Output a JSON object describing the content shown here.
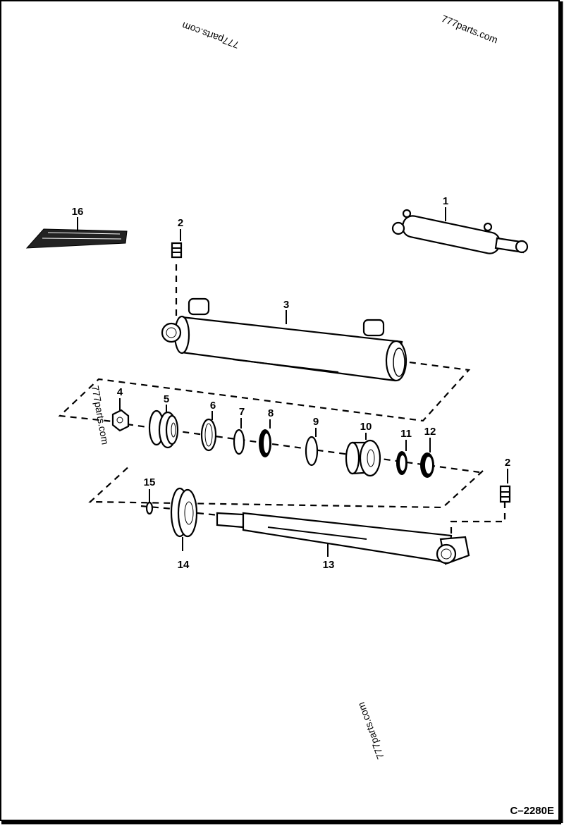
{
  "diagram": {
    "drawing_code": "C–2280E",
    "watermark": "777parts.com",
    "callouts": [
      "1",
      "2",
      "3",
      "4",
      "5",
      "6",
      "7",
      "8",
      "9",
      "10",
      "11",
      "12",
      "13",
      "14",
      "15",
      "16",
      "2"
    ]
  }
}
